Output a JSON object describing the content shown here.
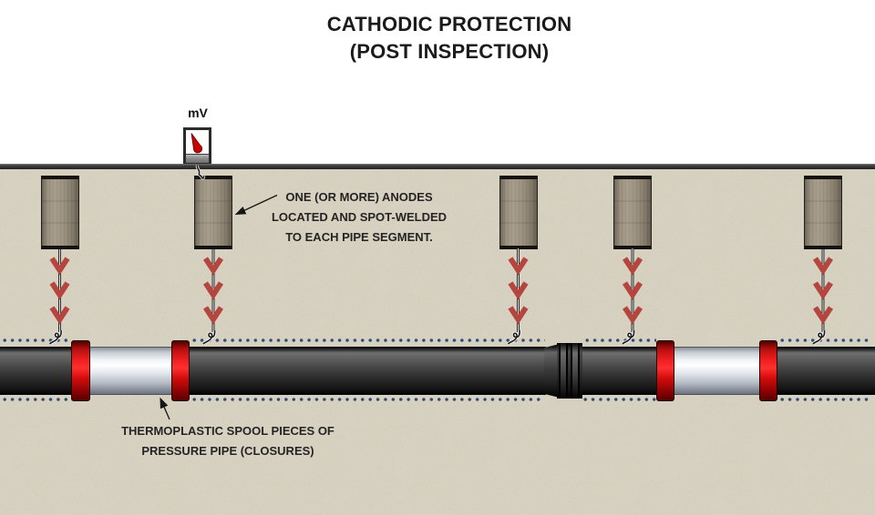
{
  "title": {
    "line1": "CATHODIC PROTECTION",
    "line2": "(POST INSPECTION)"
  },
  "voltmeter": {
    "label": "mV"
  },
  "annotations": {
    "anodes": {
      "line1": "ONE (OR MORE) ANODES",
      "line2": "LOCATED AND SPOT-WELDED",
      "line3": "TO EACH PIPE SEGMENT."
    },
    "spool": {
      "line1": "THERMOPLASTIC SPOOL PIECES OF",
      "line2": "PRESSURE PIPE (CLOSURES)"
    }
  },
  "diagram": {
    "anode_count": 5,
    "arrowheads_per_wire": 3,
    "spool_piece_count": 2,
    "red_coupling_count": 4,
    "colors": {
      "arrow_red": "#b5453f",
      "coupling_red": "#e01212",
      "dotted_line_blue": "#2d4d74",
      "soil_beige": "#dbd6c7",
      "pipe_dark": "#2b2b2b",
      "spool_silver": "#e3e7ec",
      "anode_tan": "#a89e8d"
    }
  }
}
